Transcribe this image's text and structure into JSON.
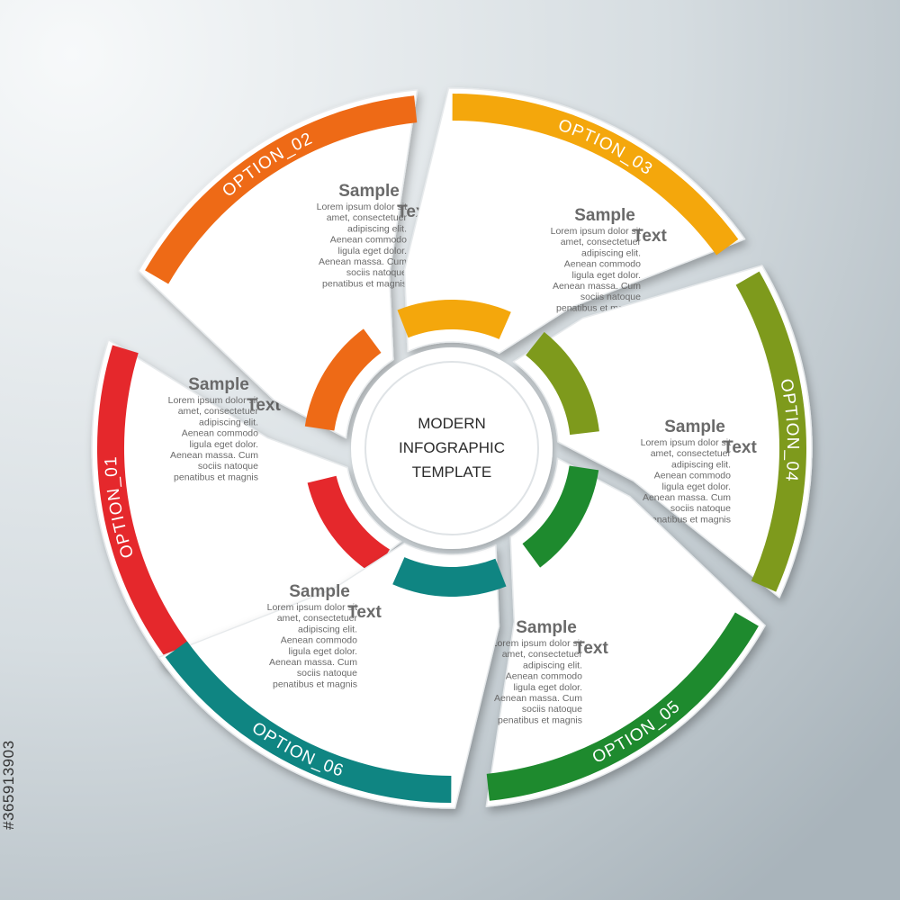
{
  "center": {
    "lines": [
      "MODERN",
      "INFOGRAPHIC",
      "TEMPLATE"
    ]
  },
  "options": [
    {
      "label": "OPTION_01",
      "color": "#e5282c",
      "heading": [
        "Sample",
        "Text"
      ],
      "body": [
        "Lorem ipsum dolor sit",
        "amet, consectetuer",
        "adipiscing elit.",
        "Aenean commodo",
        "ligula eget dolor.",
        "Aenean massa. Cum",
        "sociis natoque",
        "penatibus et magnis"
      ]
    },
    {
      "label": "OPTION_02",
      "color": "#ee6a16",
      "heading": [
        "Sample",
        "Text"
      ],
      "body": [
        "Lorem ipsum dolor sit",
        "amet, consectetuer",
        "adipiscing elit.",
        "Aenean commodo",
        "ligula eget dolor.",
        "Aenean massa. Cum",
        "sociis natoque",
        "penatibus et magnis"
      ]
    },
    {
      "label": "OPTION_03",
      "color": "#f4a70c",
      "heading": [
        "Sample",
        "Text"
      ],
      "body": [
        "Lorem ipsum dolor sit",
        "amet, consectetuer",
        "adipiscing elit.",
        "Aenean commodo",
        "ligula eget dolor.",
        "Aenean massa. Cum",
        "sociis natoque",
        "penatibus et magnis"
      ]
    },
    {
      "label": "OPTION_04",
      "color": "#7e9a1c",
      "heading": [
        "Sample",
        "Text"
      ],
      "body": [
        "Lorem ipsum dolor sit",
        "amet, consectetuer",
        "adipiscing elit.",
        "Aenean commodo",
        "ligula eget dolor.",
        "Aenean massa. Cum",
        "sociis natoque",
        "penatibus et magnis"
      ]
    },
    {
      "label": "OPTION_05",
      "color": "#1e8a2e",
      "heading": [
        "Sample",
        "Text"
      ],
      "body": [
        "Lorem ipsum dolor sit",
        "amet, consectetuer",
        "adipiscing elit.",
        "Aenean commodo",
        "ligula eget dolor.",
        "Aenean massa. Cum",
        "sociis natoque",
        "penatibus et magnis"
      ]
    },
    {
      "label": "OPTION_06",
      "color": "#0f8582",
      "heading": [
        "Sample",
        "Text"
      ],
      "body": [
        "Lorem ipsum dolor sit",
        "amet, consectetuer",
        "adipiscing elit.",
        "Aenean commodo",
        "ligula eget dolor.",
        "Aenean massa. Cum",
        "sociis natoque",
        "penatibus et magnis"
      ]
    }
  ],
  "side_id": "#365913903",
  "colors": {
    "background_light": "#f4f6f7",
    "background_dark": "#a9b4bb",
    "text_gray": "#6a6a6a",
    "text_dark": "#2b2b2b"
  }
}
